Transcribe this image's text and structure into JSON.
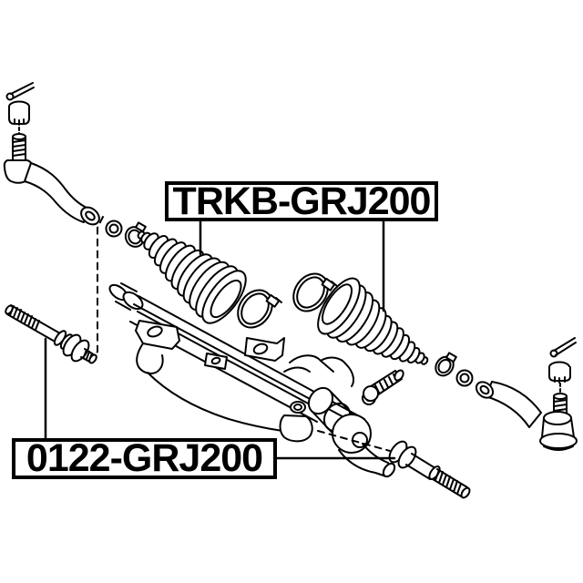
{
  "diagram": {
    "type": "exploded-parts-diagram",
    "subject": "steering rack, boots and tie rod ends",
    "background_color": "#ffffff",
    "line_color": "#000000",
    "labels": {
      "boot_kit": {
        "text": "TRKB-GRJ200"
      },
      "tie_rod": {
        "text": "0122-GRJ200"
      }
    },
    "parts": [
      "cotter-pin-left",
      "castle-nut-left",
      "outer-tie-rod-end-left",
      "lock-nut-left",
      "boot-clamp-small-left",
      "steering-rack-boot-left",
      "band-clamp-inner-left",
      "band-clamp-inner-right",
      "steering-rack-and-pinion-assembly",
      "inner-tie-rod-left",
      "inner-tie-rod-right",
      "steering-rack-boot-right",
      "boot-clamp-small-right",
      "lock-nut-right",
      "outer-tie-rod-end-right",
      "castle-nut-right",
      "cotter-pin-right"
    ]
  }
}
